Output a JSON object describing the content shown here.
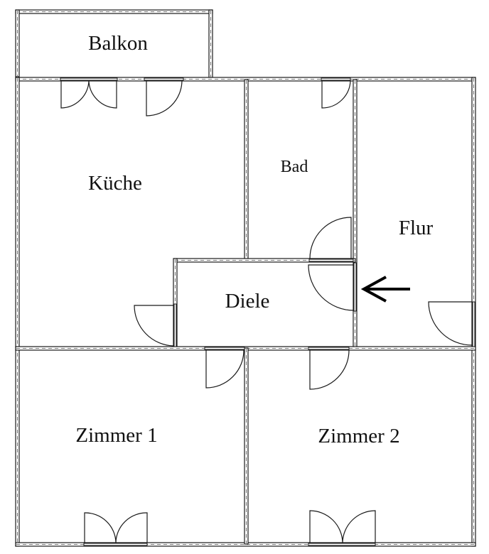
{
  "title": "Floor plan",
  "colors": {
    "wall": "#1a1a1a",
    "background": "#ffffff",
    "text": "#111111"
  },
  "rooms": [
    {
      "id": "balkon",
      "label": "Balkon"
    },
    {
      "id": "kueche",
      "label": "Küche"
    },
    {
      "id": "bad",
      "label": "Bad"
    },
    {
      "id": "flur",
      "label": "Flur"
    },
    {
      "id": "diele",
      "label": "Diele"
    },
    {
      "id": "zimmer1",
      "label": "Zimmer 1"
    },
    {
      "id": "zimmer2",
      "label": "Zimmer 2"
    }
  ],
  "entrance_marker": {
    "icon": "arrow-left-icon",
    "meaning": "entrance"
  }
}
